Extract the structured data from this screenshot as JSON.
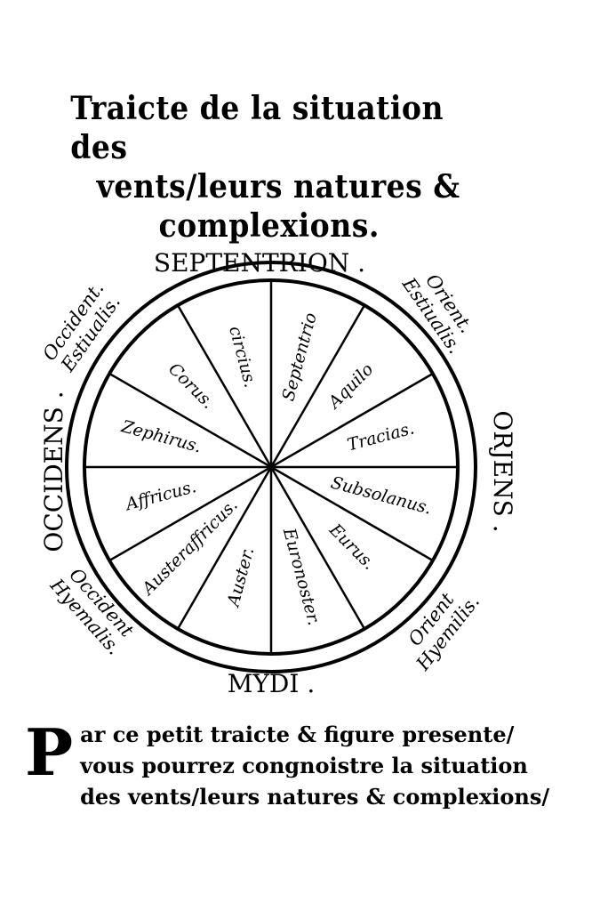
{
  "title": {
    "line1": "Traicte de la situation des",
    "line2": "vents/leurs natures &",
    "line3": "complexions."
  },
  "directions": {
    "north": "SEPTENTRION .",
    "south": "MYDI .",
    "west": "OCCIDENS .",
    "east": "ORJENS ."
  },
  "corners": {
    "nw_a": "Occident.",
    "nw_b": "Estiualis.",
    "ne_a": "Orient.",
    "ne_b": "Estiualis.",
    "sw_a": "Occident",
    "sw_b": "Hyemalis.",
    "se_a": "Orient",
    "se_b": "Hyemilis."
  },
  "winds": [
    "Septentrio",
    "Aquilo",
    "Tracias.",
    "Subsolanus.",
    "Eurus.",
    "Euronoster.",
    "Auster.",
    "Austeraffricus.",
    "Affricus.",
    "Zephirus.",
    "Corus.",
    "circius."
  ],
  "caption": {
    "initial": "P",
    "line1": "ar ce petit traicte & figure presente/",
    "line2": "vous pourrez congnoistre la situation",
    "line3": "des vents/leurs natures & complexions/"
  }
}
